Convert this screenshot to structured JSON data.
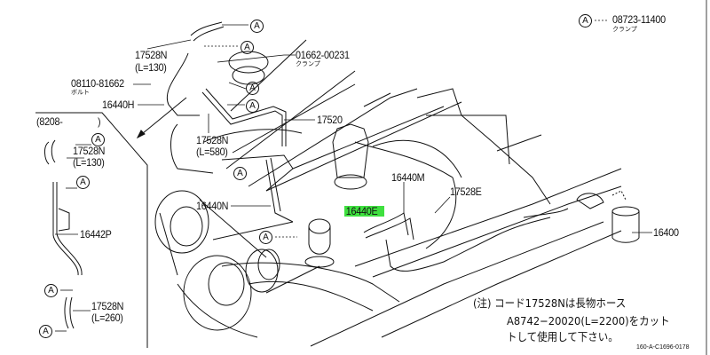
{
  "legend": {
    "symbol": "A",
    "part_no": "08723-11400",
    "part_name": "クランプ"
  },
  "labels": {
    "hose_top": {
      "code": "17528N",
      "length": "(L=130)"
    },
    "clamp_top": {
      "code": "01662-00231",
      "name": "クランプ"
    },
    "bolt": {
      "code": "08110-81662",
      "name": "ボルト"
    },
    "pipe_h": "16440H",
    "pipe_main": "17520",
    "hose_mid": {
      "code": "17528N",
      "length": "(L=580)"
    },
    "hose_n": "16440N",
    "hose_e": "16440E",
    "hose_m": "16440M",
    "hose_17528e": "17528E",
    "filter": "16400"
  },
  "inset": {
    "title": "(8208-",
    "title_close": ")",
    "hose_upper": {
      "code": "17528N",
      "length": "(L=130)"
    },
    "pipe": "16442P",
    "hose_lower": {
      "code": "17528N",
      "length": "(L=260)"
    }
  },
  "clamp_marker": "A",
  "note": {
    "line1": "(注) コード17528Nは長物ホース",
    "line2": "A8742−20020(L=2200)をカット",
    "line3": "トして使用して下さい。"
  },
  "footer_code": "160-A-C1696-0178",
  "colors": {
    "highlight": "#3fe03f",
    "ink": "#111111"
  }
}
